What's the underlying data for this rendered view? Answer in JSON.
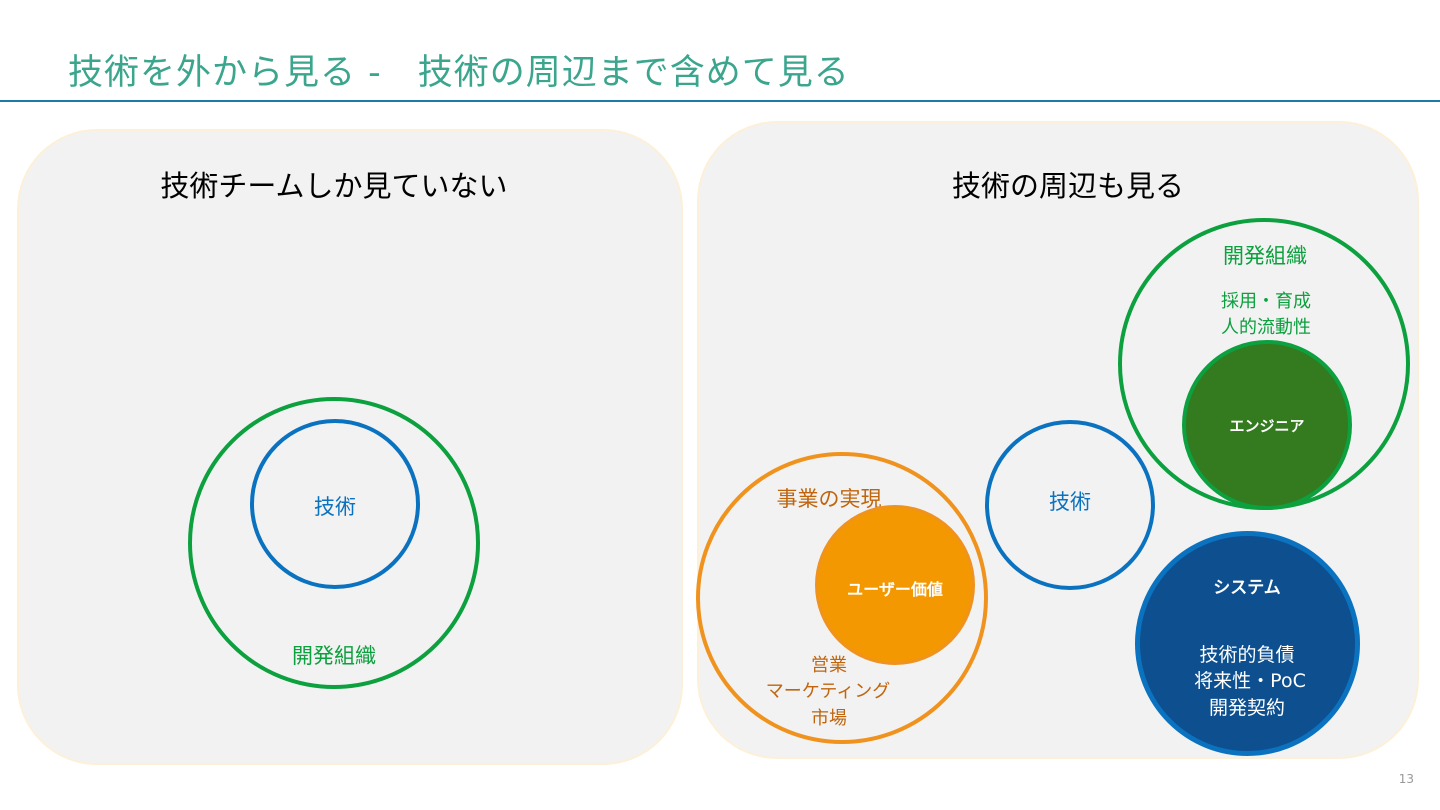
{
  "title": "技術を外から見る -　技術の周辺まで含めて見る",
  "page_number": "13",
  "colors": {
    "green": "#0CA03E",
    "blue": "#0B72C0",
    "orange": "#F0931E",
    "engineer_fill": "#347A1F",
    "system_fill": "#0D4F8F",
    "title": "#3BA58E"
  },
  "left_panel": {
    "heading": "技術チームしか見ていない",
    "tech_label": "技術",
    "org_label": "開発組織"
  },
  "right_panel": {
    "heading": "技術の周辺も見る",
    "org": {
      "label": "開発組織",
      "sub1": "採用・育成",
      "sub2": "人的流動性",
      "engineer": "エンジニア"
    },
    "tech_label": "技術",
    "business": {
      "label": "事業の実現",
      "user_value": "ユーザー価値",
      "sub1": "営業",
      "sub2": "マーケティング",
      "sub3": "市場"
    },
    "system": {
      "label": "システム",
      "line1": "技術的負債",
      "line2": "将来性・PoC",
      "line3": "開発契約"
    }
  }
}
